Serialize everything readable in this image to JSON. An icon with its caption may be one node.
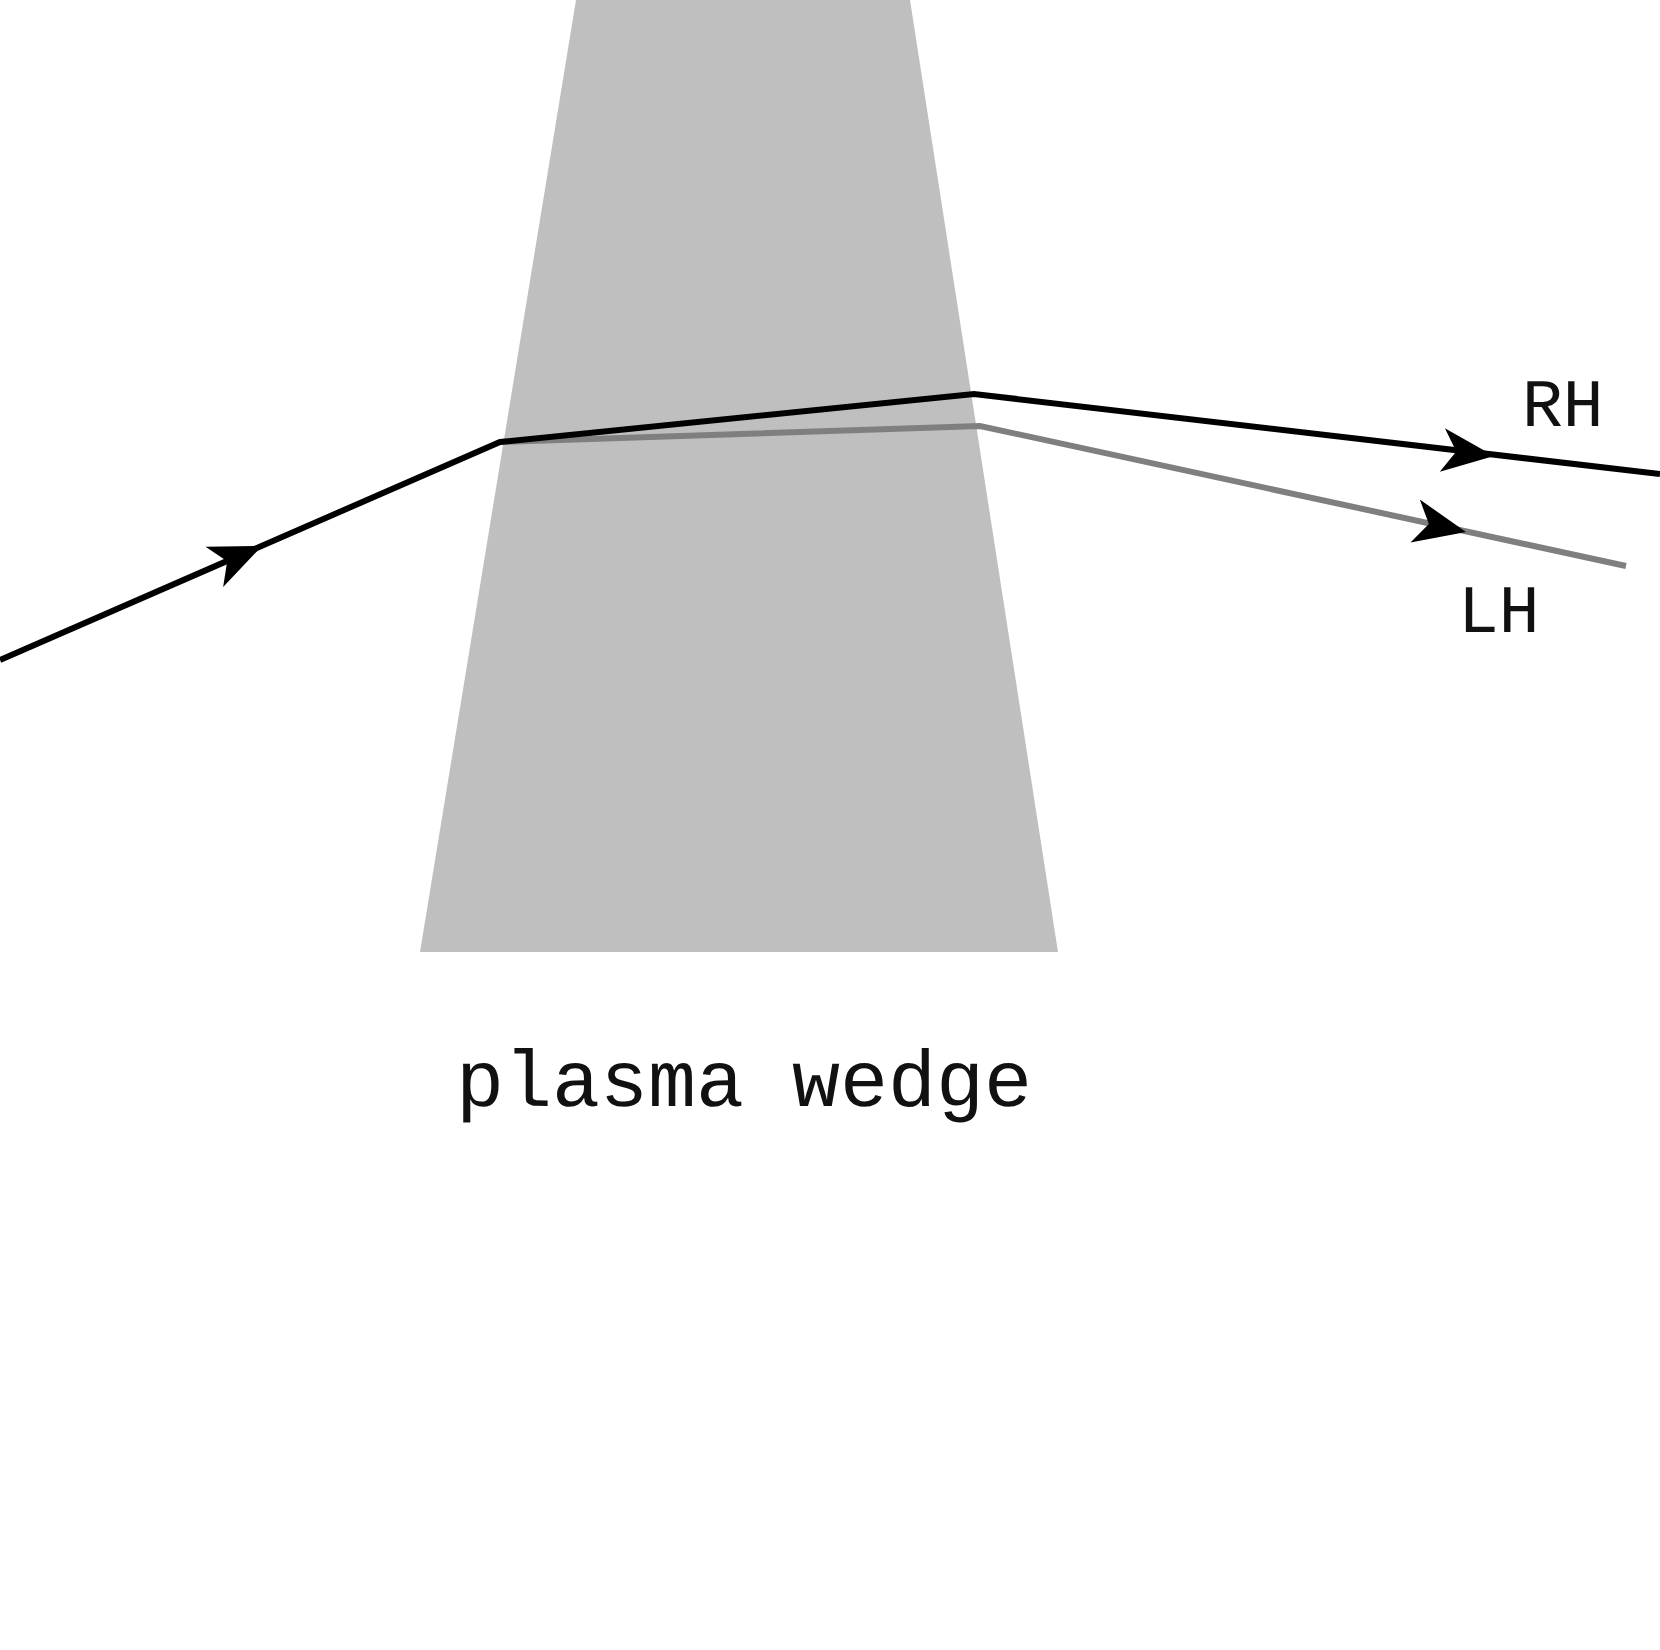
{
  "diagram": {
    "nodes": [
      {
        "text": [
          "plasma wedge"
        ]
      }
    ],
    "labels": [
      "RH",
      "LH"
    ]
  }
}
